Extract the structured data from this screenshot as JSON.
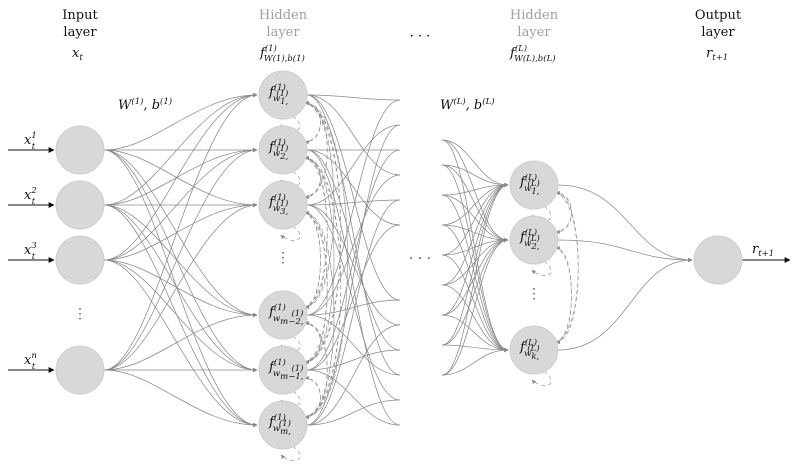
{
  "headers": {
    "input": [
      "Input",
      "layer"
    ],
    "hidden_first": [
      "Hidden",
      "layer"
    ],
    "hidden_last": [
      "Hidden",
      "layer"
    ],
    "output": [
      "Output",
      "layer"
    ],
    "between_dots": "· · ·"
  },
  "header_math": {
    "input_var": {
      "base": "x",
      "sub": "t"
    },
    "hidden_first_fn": {
      "base": "f",
      "sup": "(1)",
      "sub": "W(1),b(1)"
    },
    "hidden_last_fn": {
      "base": "f",
      "sup": "(L)",
      "sub": "W(L),b(L)"
    },
    "output_var": {
      "base": "r",
      "sub": "t+1"
    }
  },
  "weights": {
    "first": {
      "w": "W",
      "wsup": "(1)",
      "b": "b",
      "bsup": "(1)"
    },
    "last": {
      "w": "W",
      "wsup": "(L)",
      "b": "b",
      "bsup": "(L)"
    }
  },
  "input_nodes": [
    {
      "base": "x",
      "sub": "t",
      "sup": "1"
    },
    {
      "base": "x",
      "sub": "t",
      "sup": "2"
    },
    {
      "base": "x",
      "sub": "t",
      "sup": "3"
    },
    {
      "base": "x",
      "sub": "t",
      "sup": "n"
    }
  ],
  "hidden1_nodes": [
    {
      "sup": "(1)",
      "wsub": "1,",
      "wsup": "(1)"
    },
    {
      "sup": "(1)",
      "wsub": "2,",
      "wsup": "(1)"
    },
    {
      "sup": "(1)",
      "wsub": "3,",
      "wsup": "(1)"
    },
    {
      "sup": "(1)",
      "wsub": "m−2,",
      "wsup": "(1)"
    },
    {
      "sup": "(1)",
      "wsub": "m−1,",
      "wsup": "(1)"
    },
    {
      "sup": "(1)",
      "wsub": "m,",
      "wsup": "(1)"
    }
  ],
  "hiddenL_nodes": [
    {
      "sup": "(L)",
      "wsub": "1,",
      "wsup": "(L)"
    },
    {
      "sup": "(L)",
      "wsub": "2,",
      "wsup": "(L)"
    },
    {
      "sup": "(L)",
      "wsub": "k,",
      "wsup": "(L)"
    }
  ],
  "output": {
    "base": "r",
    "sub": "t+1"
  },
  "vertical_dots": "⋮",
  "middle_dots": "· · ·"
}
